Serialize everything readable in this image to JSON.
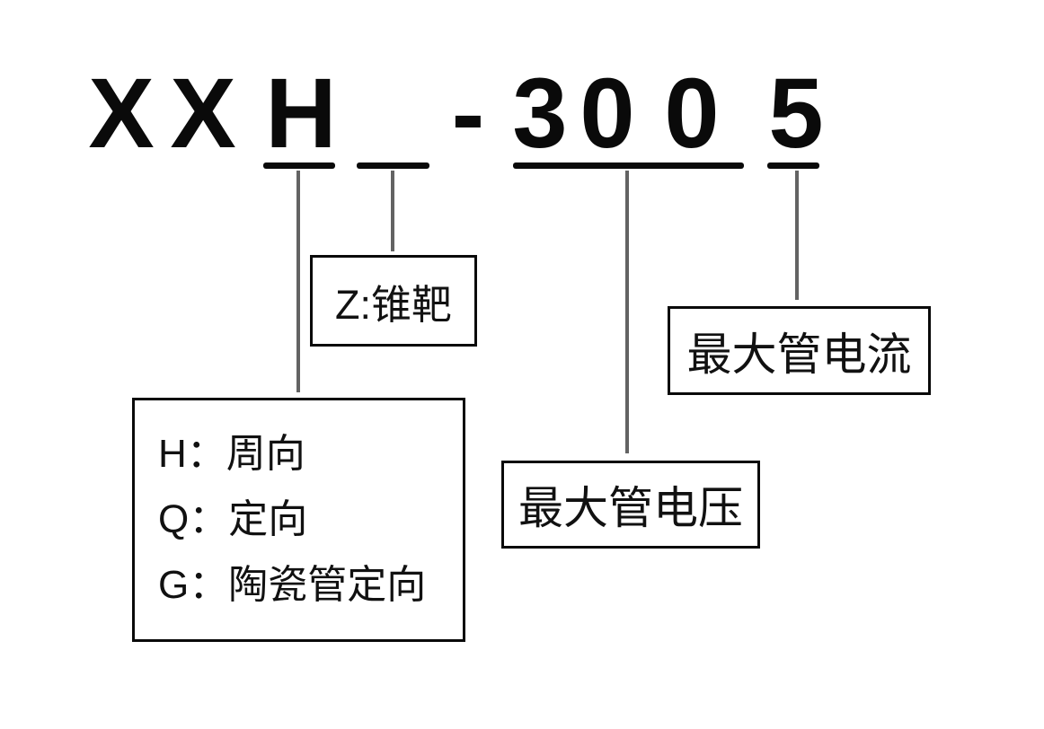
{
  "diagram": {
    "model_code": "XXH_-3005",
    "code_chars": [
      "X",
      "X",
      "H",
      "-",
      "3",
      "0",
      "0",
      "5"
    ],
    "boxes": {
      "z_target": {
        "text": "Z:锥靶"
      },
      "tube_types": {
        "items": [
          "H：周向",
          "Q：定向",
          "G：陶瓷管定向"
        ]
      },
      "max_voltage": {
        "text": "最大管电压"
      },
      "max_current": {
        "text": "最大管电流"
      }
    },
    "colors": {
      "ink": "#0a0a0a",
      "connector_line": "#636363",
      "background": "#ffffff"
    }
  }
}
